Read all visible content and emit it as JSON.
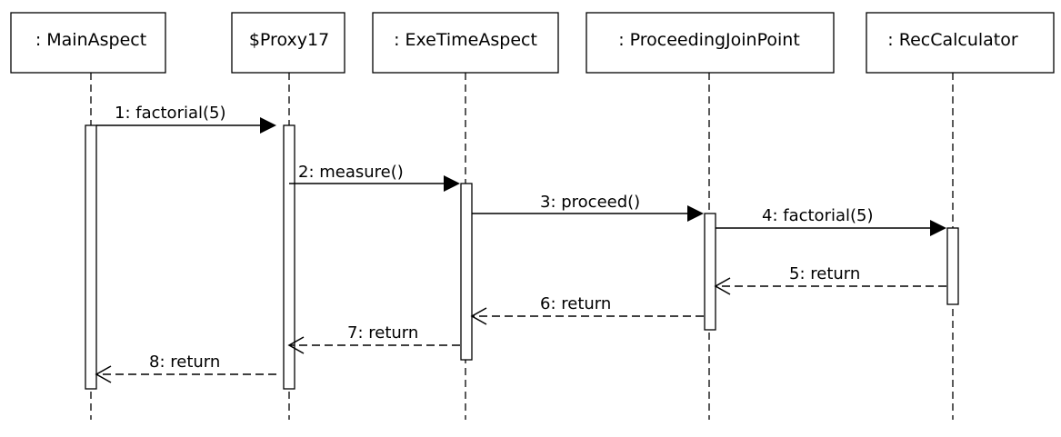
{
  "lifelines": [
    {
      "id": "main",
      "label": ": MainAspect"
    },
    {
      "id": "proxy",
      "label": "$Proxy17"
    },
    {
      "id": "exe",
      "label": ": ExeTimeAspect"
    },
    {
      "id": "pjp",
      "label": ": ProceedingJoinPoint"
    },
    {
      "id": "rec",
      "label": ": RecCalculator"
    }
  ],
  "messages": [
    {
      "label": "1: factorial(5)",
      "from": "main",
      "to": "proxy",
      "kind": "call"
    },
    {
      "label": "2: measure()",
      "from": "proxy",
      "to": "exe",
      "kind": "call"
    },
    {
      "label": "3: proceed()",
      "from": "exe",
      "to": "pjp",
      "kind": "call"
    },
    {
      "label": "4: factorial(5)",
      "from": "pjp",
      "to": "rec",
      "kind": "call"
    },
    {
      "label": "5: return",
      "from": "rec",
      "to": "pjp",
      "kind": "reply"
    },
    {
      "label": "6: return",
      "from": "pjp",
      "to": "exe",
      "kind": "reply"
    },
    {
      "label": "7: return",
      "from": "exe",
      "to": "proxy",
      "kind": "reply"
    },
    {
      "label": "8: return",
      "from": "proxy",
      "to": "main",
      "kind": "reply"
    }
  ]
}
